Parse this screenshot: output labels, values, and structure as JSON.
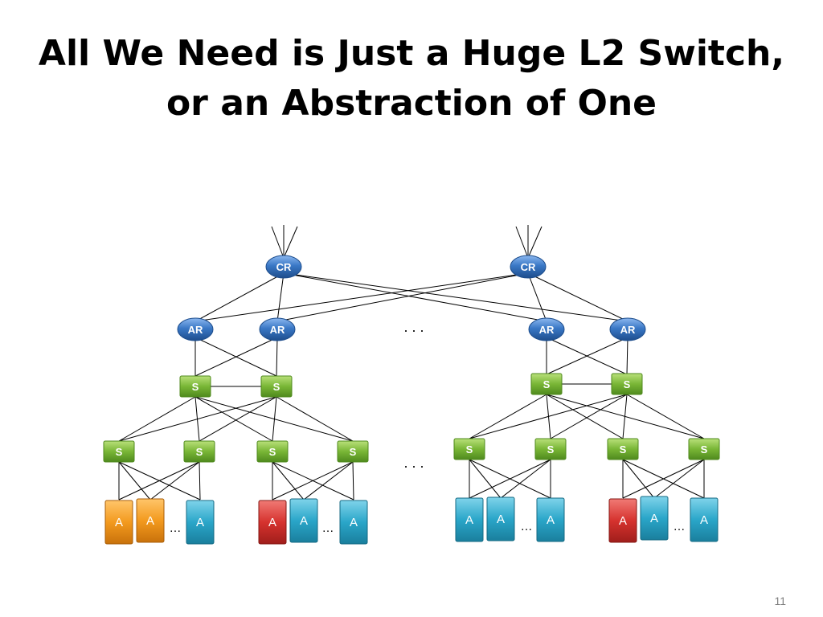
{
  "slide": {
    "title_line1": "All We Need is Just a Huge L2 Switch,",
    "title_line2": "or an Abstraction of One",
    "page_number": "11"
  },
  "labels": {
    "core_router": "CR",
    "access_router": "AR",
    "switch": "S",
    "server": "A",
    "middle_dots": ". . .",
    "server_ellipsis": "…"
  },
  "colors": {
    "router_blue": "#3a78c6",
    "switch_green": "#79b636",
    "server_blue": "#2aa6c9",
    "server_orange": "#f39a1e",
    "server_red": "#d6322e"
  },
  "servers": {
    "left_pod_group1": [
      "orange",
      "orange",
      "blue"
    ],
    "left_pod_group2": [
      "red",
      "blue",
      "blue"
    ],
    "right_pod_group1": [
      "blue",
      "blue",
      "blue"
    ],
    "right_pod_group2": [
      "red",
      "blue",
      "blue"
    ]
  }
}
